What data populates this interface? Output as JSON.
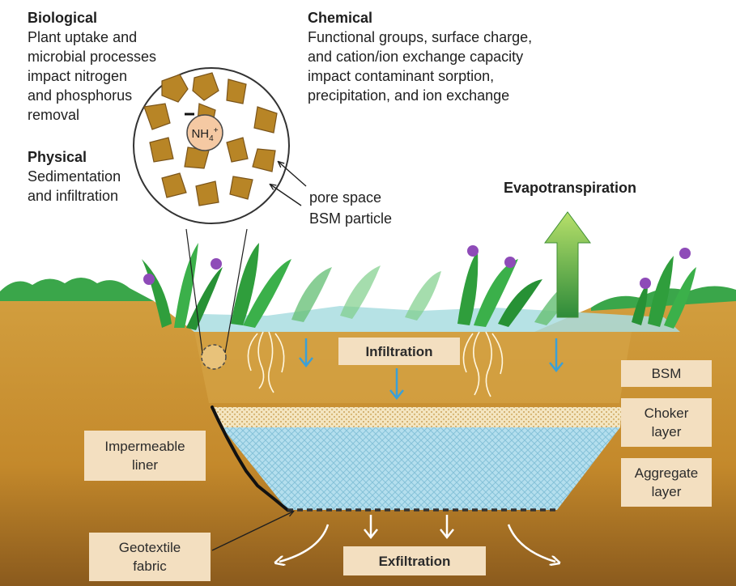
{
  "processes": {
    "biological": {
      "heading": "Biological",
      "lines": [
        "Plant uptake and",
        "microbial processes",
        "impact nitrogen",
        "and phosphorus",
        "removal"
      ]
    },
    "chemical": {
      "heading": "Chemical",
      "lines": [
        "Functional groups, surface charge,",
        "and cation/ion exchange capacity",
        "impact contaminant sorption,",
        "precipitation, and ion exchange"
      ]
    },
    "physical": {
      "heading": "Physical",
      "lines": [
        "Sedimentation",
        "and infiltration"
      ]
    }
  },
  "inset": {
    "ion_base": "NH",
    "ion_sub": "4",
    "ion_sup": "+",
    "pore_space_label": "pore space",
    "particle_label": "BSM particle"
  },
  "flows": {
    "evapotranspiration": "Evapotranspiration",
    "infiltration": "Infiltration",
    "exfiltration": "Exfiltration"
  },
  "layers": {
    "bsm": "BSM",
    "choker_line1": "Choker",
    "choker_line2": "layer",
    "aggregate_line1": "Aggregate",
    "aggregate_line2": "layer"
  },
  "materials": {
    "liner_line1": "Impermeable",
    "liner_line2": "liner",
    "geotextile_line1": "Geotextile",
    "geotextile_line2": "fabric"
  },
  "colors": {
    "soil": "#c8902e",
    "bsm_layer": "#d9a94a",
    "particle": "#b88526",
    "water": "#a9dde0",
    "aggregate": "#a8d6e8",
    "choker": "#f1e3bd",
    "plant": "#2f9e3c",
    "flower": "#8e4bb8",
    "arrow_blue": "#3aa0d8",
    "evap_arrow": "#8cc63f",
    "label_box": "#f3dfc0"
  }
}
